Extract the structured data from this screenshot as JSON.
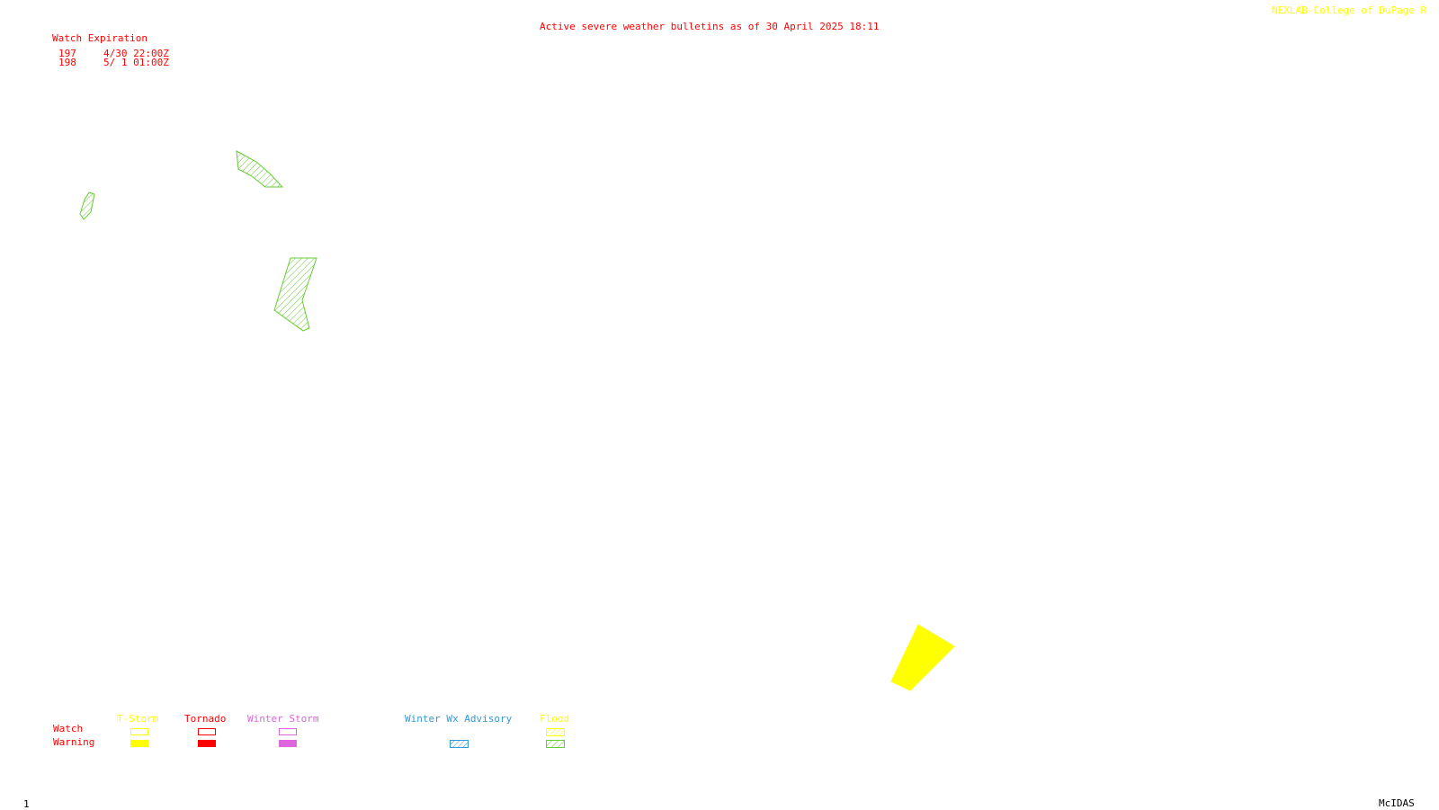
{
  "title": "Active severe weather bulletins as of 30 April 2025 18:11",
  "credit": "NEXLAB-College of DuPage R",
  "watch_expiration": {
    "header": "Watch Expiration",
    "rows": [
      {
        "number": "197",
        "expires": "4/30 22:00Z"
      },
      {
        "number": "198",
        "expires": "5/ 1 01:00Z"
      }
    ]
  },
  "map_features": [
    {
      "name": "flood-warning-area",
      "type": "Flood",
      "category": "Warning",
      "color": "#66cc33"
    },
    {
      "name": "flood-warning-area",
      "type": "Flood",
      "category": "Warning",
      "color": "#66cc33"
    },
    {
      "name": "flood-warning-area",
      "type": "Flood",
      "category": "Warning",
      "color": "#66cc33"
    },
    {
      "name": "tstorm-warning-area",
      "type": "T-Storm",
      "category": "Warning",
      "color": "#ffff00"
    }
  ],
  "legend": {
    "rows": {
      "watch": "Watch",
      "warning": "Warning"
    },
    "row_label_color": "#ff0000",
    "categories": [
      {
        "label": "T-Storm",
        "color": "#ffff00",
        "watch_style": "outline",
        "warning_style": "solid"
      },
      {
        "label": "Tornado",
        "color": "#ff0000",
        "watch_style": "outline",
        "warning_style": "solid"
      },
      {
        "label": "Winter Storm",
        "color": "#dd66dd",
        "watch_style": "outline",
        "warning_style": "solid"
      },
      {
        "label": "Winter Wx Advisory",
        "color": "#3399dd",
        "watch_style": "none",
        "warning_style": "hatched"
      },
      {
        "label": "Flood",
        "color": "#ffff00",
        "watch_style": "hatched",
        "warning_style": "hatched",
        "warning_color": "#66cc33"
      }
    ]
  },
  "footer": {
    "page": "1",
    "software": "McIDAS"
  }
}
